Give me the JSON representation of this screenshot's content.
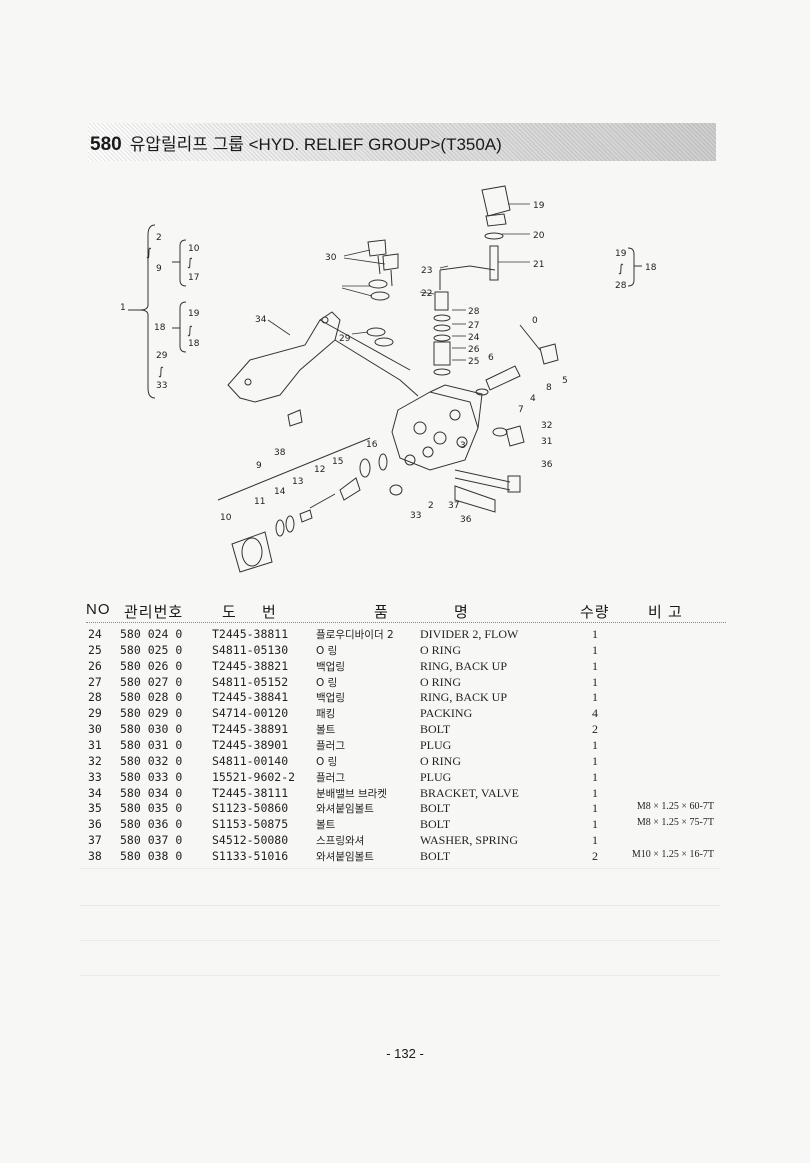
{
  "header": {
    "number": "580",
    "title": "유압릴리프 그룹 <HYD. RELIEF GROUP>(T350A)"
  },
  "diagram": {
    "labels": [
      "2",
      "10",
      "9",
      "17",
      "1",
      "19",
      "18",
      "18",
      "29",
      "33",
      "30",
      "23",
      "21",
      "20",
      "19",
      "22",
      "29",
      "34",
      "28",
      "27",
      "24",
      "26",
      "25",
      "0",
      "6",
      "5",
      "8",
      "4",
      "7",
      "32",
      "31",
      "36",
      "3",
      "16",
      "15",
      "12",
      "13",
      "14",
      "11",
      "10",
      "2",
      "37",
      "33",
      "36",
      "38",
      "9",
      "19",
      "18",
      "28"
    ],
    "tildes": [
      "∫",
      "∫",
      "∫",
      "∫",
      "∫"
    ]
  },
  "table": {
    "headers": {
      "no": "NO",
      "mgmt": "관리번호",
      "drawing_1": "도",
      "drawing_2": "번",
      "name_1": "품",
      "name_2": "명",
      "qty": "수량",
      "remark": "비 고"
    },
    "rows": [
      {
        "no": "24",
        "mgmt": "580 024 0",
        "drawing": "T2445-38811",
        "kr": "플로우디바이더 2",
        "en": "DIVIDER 2, FLOW",
        "qty": "1",
        "remark": ""
      },
      {
        "no": "25",
        "mgmt": "580 025 0",
        "drawing": "S4811-05130",
        "kr": "O 링",
        "en": "O RING",
        "qty": "1",
        "remark": ""
      },
      {
        "no": "26",
        "mgmt": "580 026 0",
        "drawing": "T2445-38821",
        "kr": "백업링",
        "en": "RING, BACK UP",
        "qty": "1",
        "remark": ""
      },
      {
        "no": "27",
        "mgmt": "580 027 0",
        "drawing": "S4811-05152",
        "kr": "O 링",
        "en": "O RING",
        "qty": "1",
        "remark": ""
      },
      {
        "no": "28",
        "mgmt": "580 028 0",
        "drawing": "T2445-38841",
        "kr": "백업링",
        "en": "RING, BACK UP",
        "qty": "1",
        "remark": ""
      },
      {
        "no": "29",
        "mgmt": "580 029 0",
        "drawing": "S4714-00120",
        "kr": "패킹",
        "en": "PACKING",
        "qty": "4",
        "remark": ""
      },
      {
        "no": "30",
        "mgmt": "580 030 0",
        "drawing": "T2445-38891",
        "kr": "볼트",
        "en": "BOLT",
        "qty": "2",
        "remark": ""
      },
      {
        "no": "31",
        "mgmt": "580 031 0",
        "drawing": "T2445-38901",
        "kr": "플러그",
        "en": "PLUG",
        "qty": "1",
        "remark": ""
      },
      {
        "no": "32",
        "mgmt": "580 032 0",
        "drawing": "S4811-00140",
        "kr": "O 링",
        "en": "O RING",
        "qty": "1",
        "remark": ""
      },
      {
        "no": "33",
        "mgmt": "580 033 0",
        "drawing": "15521-9602-2",
        "kr": "플러그",
        "en": "PLUG",
        "qty": "1",
        "remark": ""
      },
      {
        "no": "34",
        "mgmt": "580 034 0",
        "drawing": "T2445-38111",
        "kr": "분배밸브 브라켓",
        "en": "BRACKET, VALVE",
        "qty": "1",
        "remark": ""
      },
      {
        "no": "35",
        "mgmt": "580 035 0",
        "drawing": "S1123-50860",
        "kr": "와셔붙임볼트",
        "en": "BOLT",
        "qty": "1",
        "remark": "M8 × 1.25 × 60-7T"
      },
      {
        "no": "36",
        "mgmt": "580 036 0",
        "drawing": "S1153-50875",
        "kr": "볼트",
        "en": "BOLT",
        "qty": "1",
        "remark": "M8 × 1.25 × 75-7T"
      },
      {
        "no": "37",
        "mgmt": "580 037 0",
        "drawing": "S4512-50080",
        "kr": "스프링와셔",
        "en": "WASHER, SPRING",
        "qty": "1",
        "remark": ""
      },
      {
        "no": "38",
        "mgmt": "580 038 0",
        "drawing": "S1133-51016",
        "kr": "와셔붙임볼트",
        "en": "BOLT",
        "qty": "2",
        "remark": "M10 × 1.25 × 16-7T"
      }
    ]
  },
  "footer": {
    "page": "- 132 -"
  }
}
